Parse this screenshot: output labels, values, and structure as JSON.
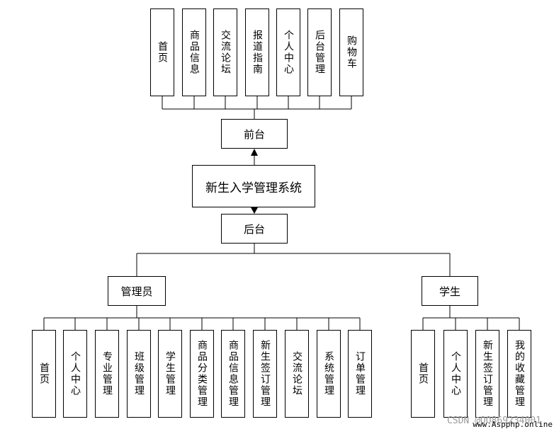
{
  "diagram": {
    "root": "新生入学管理系统",
    "frontend": {
      "label": "前台",
      "items": [
        "首页",
        "商品信息",
        "交流论坛",
        "报道指南",
        "个人中心",
        "后台管理",
        "购物车"
      ]
    },
    "backend": {
      "label": "后台",
      "admin": {
        "label": "管理员",
        "items": [
          "首页",
          "个人中心",
          "专业管理",
          "班级管理",
          "学生管理",
          "商品分类管理",
          "商品信息管理",
          "新生签订管理",
          "交流论坛",
          "系统管理",
          "订单管理"
        ]
      },
      "student": {
        "label": "学生",
        "items": [
          "首页",
          "个人中心",
          "新生签订管理",
          "我的收藏管理"
        ]
      }
    }
  },
  "watermark": {
    "csdn": "CSDN @QQ869234001",
    "site": "www.Aspphp.online"
  },
  "colors": {
    "line": "#000000",
    "box_border": "#000000",
    "watermark": "#9a9a9a"
  }
}
